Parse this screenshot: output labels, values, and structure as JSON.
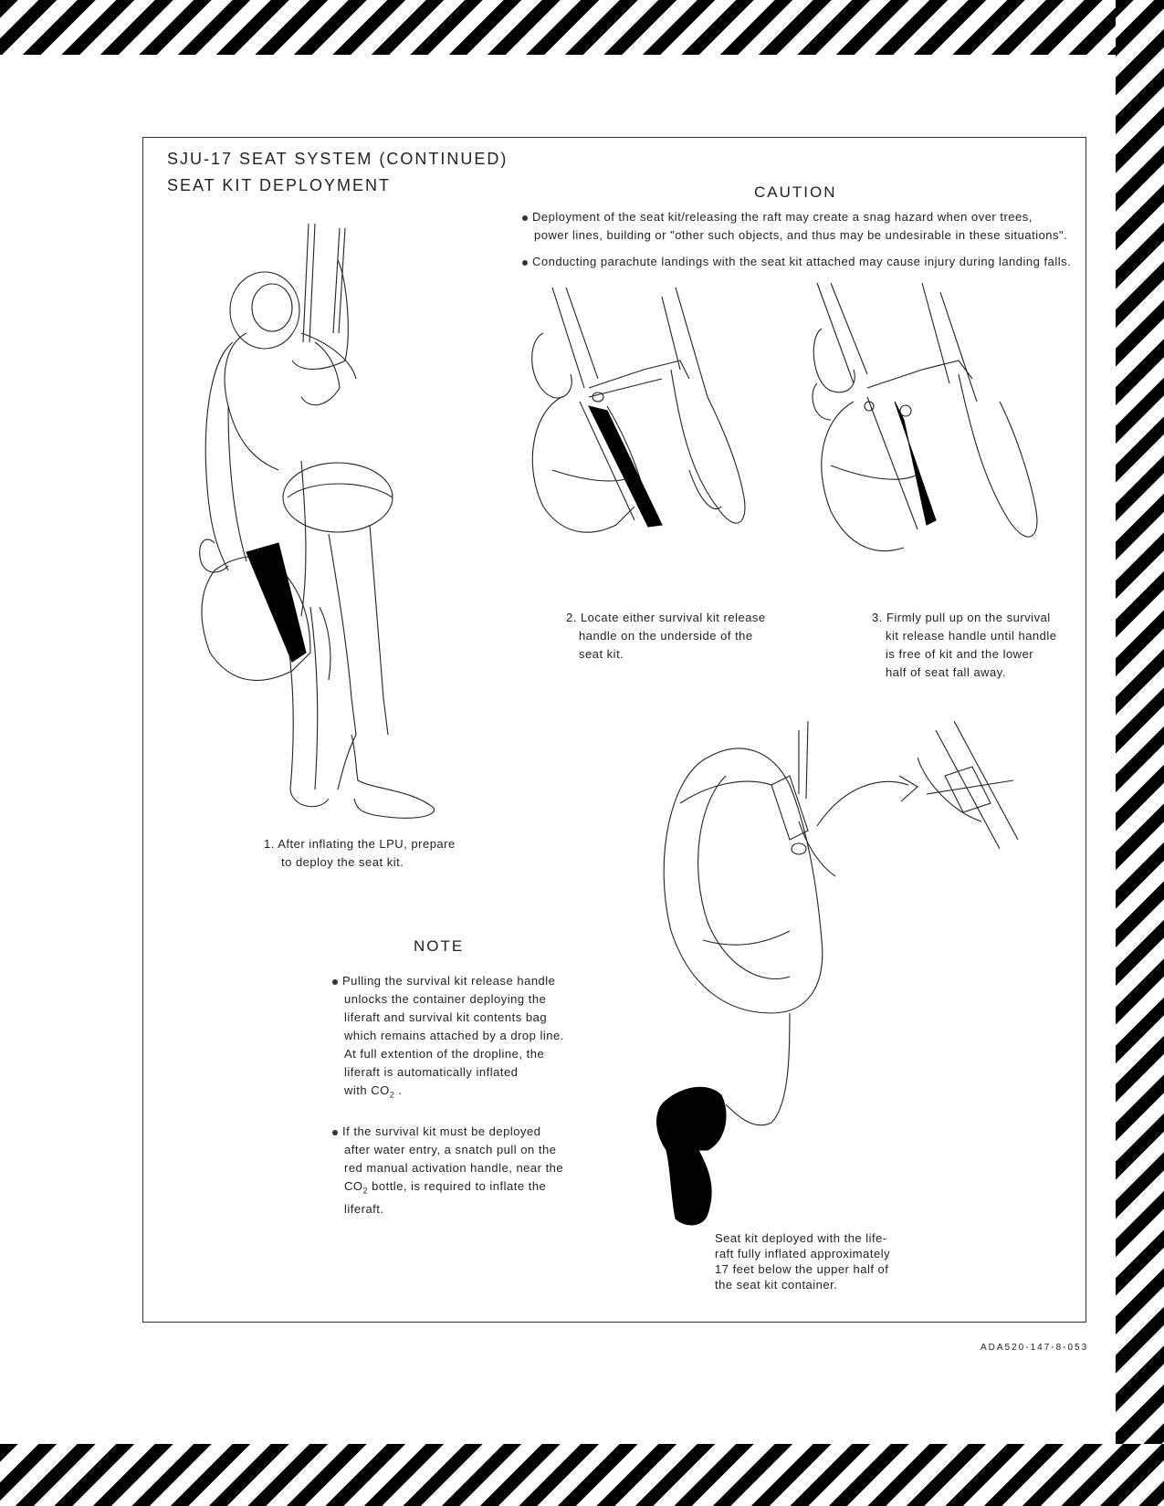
{
  "header": {
    "line1": "SJU-17 SEAT SYSTEM (CONTINUED)",
    "line2": "SEAT KIT DEPLOYMENT"
  },
  "caution": {
    "heading": "CAUTION",
    "item1_line1": "Deployment of the seat kit/releasing the raft may create a snag hazard when over trees,",
    "item1_line2": "power lines, building or \"other such objects, and thus may be undesirable in these situations\".",
    "item2": "Conducting parachute landings with the seat kit attached may cause injury during landing falls."
  },
  "steps": {
    "step1": [
      "1. After inflating the LPU, prepare",
      "to deploy the seat kit."
    ],
    "step2": [
      "2. Locate either survival kit release",
      "handle on the underside of the",
      "seat kit."
    ],
    "step3": [
      "3. Firmly pull up on the survival",
      "kit release handle until handle",
      "is free of kit and the lower",
      "half of seat fall away."
    ]
  },
  "note": {
    "heading": "NOTE",
    "item1": [
      "Pulling the survival kit release handle",
      "unlocks the container deploying the",
      "liferaft and survival kit contents bag",
      "which remains attached by a drop line.",
      "At full extention of the dropline, the",
      "liferaft is automatically inflated"
    ],
    "item1_last_prefix": "with CO",
    "item1_last_sub": "2",
    "item1_last_suffix": " .",
    "item2": [
      "If the survival kit must be deployed",
      "after water entry, a snatch pull on the",
      "red manual activation handle, near the"
    ],
    "item2_co2_prefix": "CO",
    "item2_co2_sub": "2",
    "item2_co2_suffix": " bottle, is required to inflate the",
    "item2_last": "liferaft."
  },
  "raft_caption": [
    "Seat kit deployed with the life-",
    "raft fully inflated approximately",
    "17 feet below the upper half of",
    "the seat kit container."
  ],
  "figure_id": "ADA520-147-8-053"
}
